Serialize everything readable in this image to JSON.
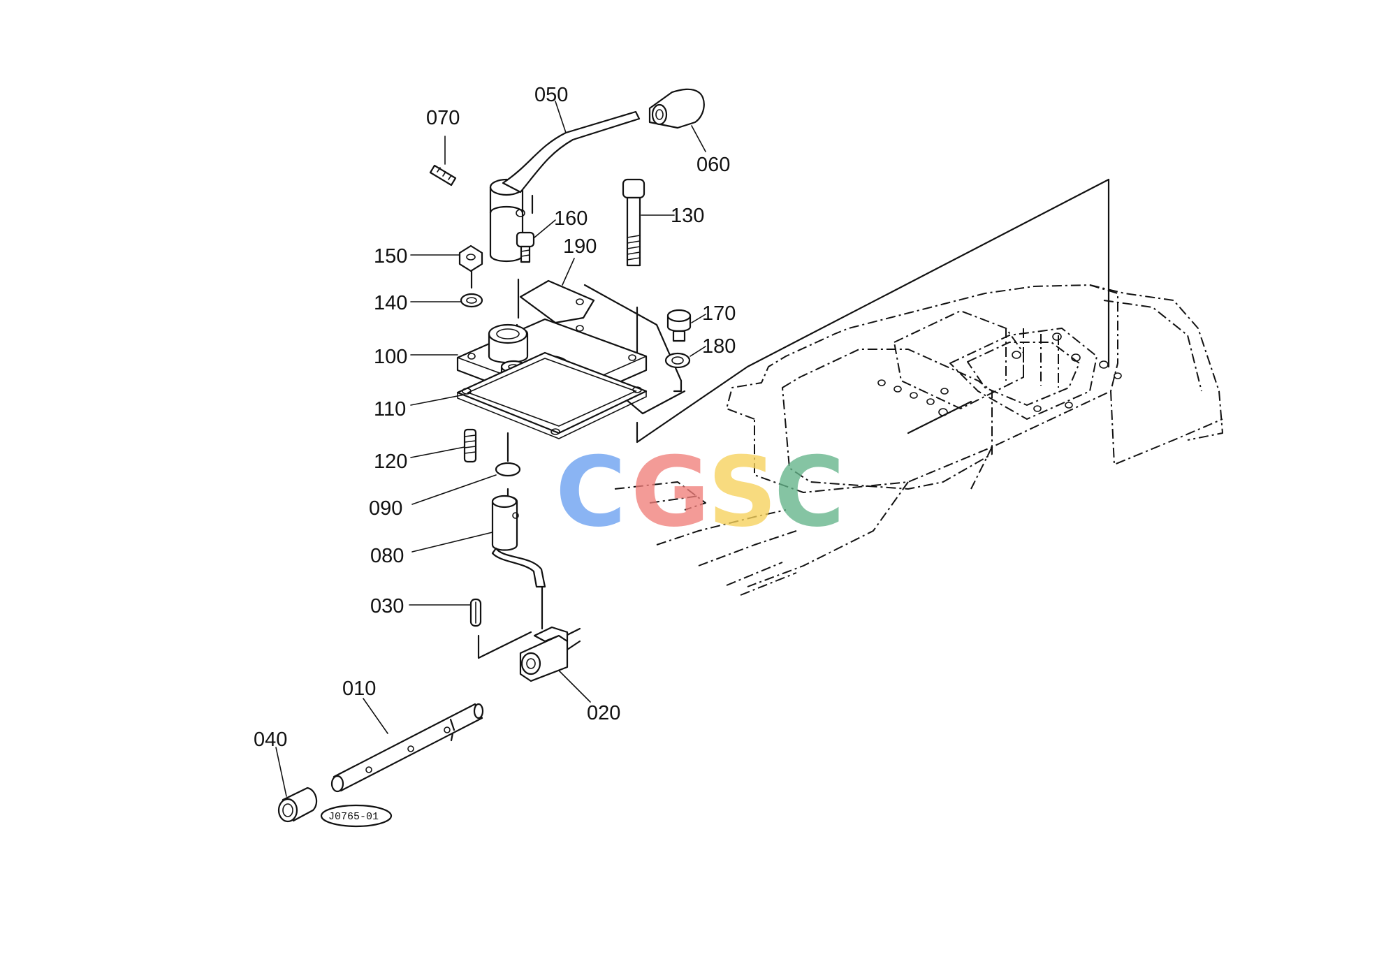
{
  "diagram": {
    "drawing_number": "J0765-01",
    "watermark": {
      "letters": [
        {
          "char": "C",
          "color": "#6aa0f0"
        },
        {
          "char": "G",
          "color": "#f07f7a"
        },
        {
          "char": "S",
          "color": "#f7d25c"
        },
        {
          "char": "C",
          "color": "#64b48a"
        }
      ]
    },
    "callouts": {
      "c010": "010",
      "c020": "020",
      "c030": "030",
      "c040": "040",
      "c050": "050",
      "c060": "060",
      "c070": "070",
      "c080": "080",
      "c090": "090",
      "c100": "100",
      "c110": "110",
      "c120": "120",
      "c130": "130",
      "c140": "140",
      "c150": "150",
      "c160": "160",
      "c170": "170",
      "c180": "180",
      "c190": "190"
    }
  }
}
